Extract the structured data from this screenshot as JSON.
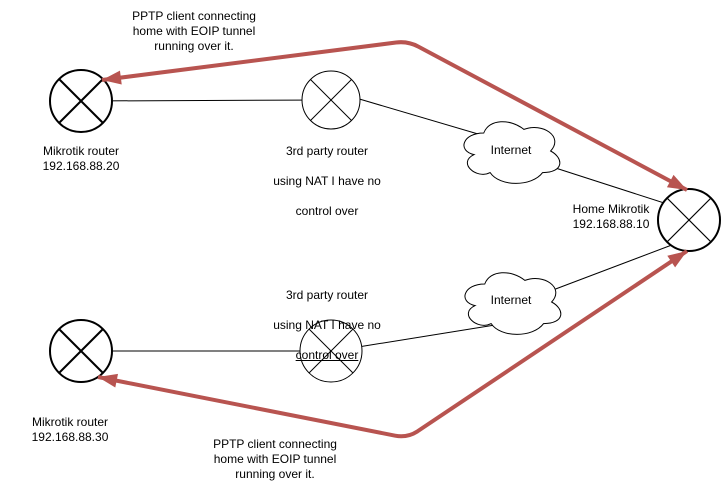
{
  "diagram": {
    "background_color": "#ffffff",
    "link_color": "#000000",
    "tunnel_arrow_color": "#b85450",
    "nodes": {
      "mikrotik_20": {
        "label": "Mikrotik router\n192.168.88.20"
      },
      "mikrotik_30": {
        "label": "Mikrotik router\n192.168.88.30"
      },
      "nat_router_top": {
        "line1": "3rd party router",
        "line2": "using NAT I have no",
        "line3": "control over"
      },
      "nat_router_bottom": {
        "line1": "3rd party router",
        "line2": "using NAT I have no",
        "line3": "control over"
      },
      "internet_top": {
        "label": "Internet"
      },
      "internet_bottom": {
        "label": "Internet"
      },
      "home_mikrotik": {
        "label": "Home Mikrotik\n192.168.88.10"
      }
    },
    "annotations": {
      "pptp_top": {
        "text": "PPTP client connecting\nhome with EOIP tunnel\nrunning over it."
      },
      "pptp_bottom": {
        "text": "PPTP client connecting\nhome with EOIP tunnel\nrunning over it."
      }
    }
  }
}
